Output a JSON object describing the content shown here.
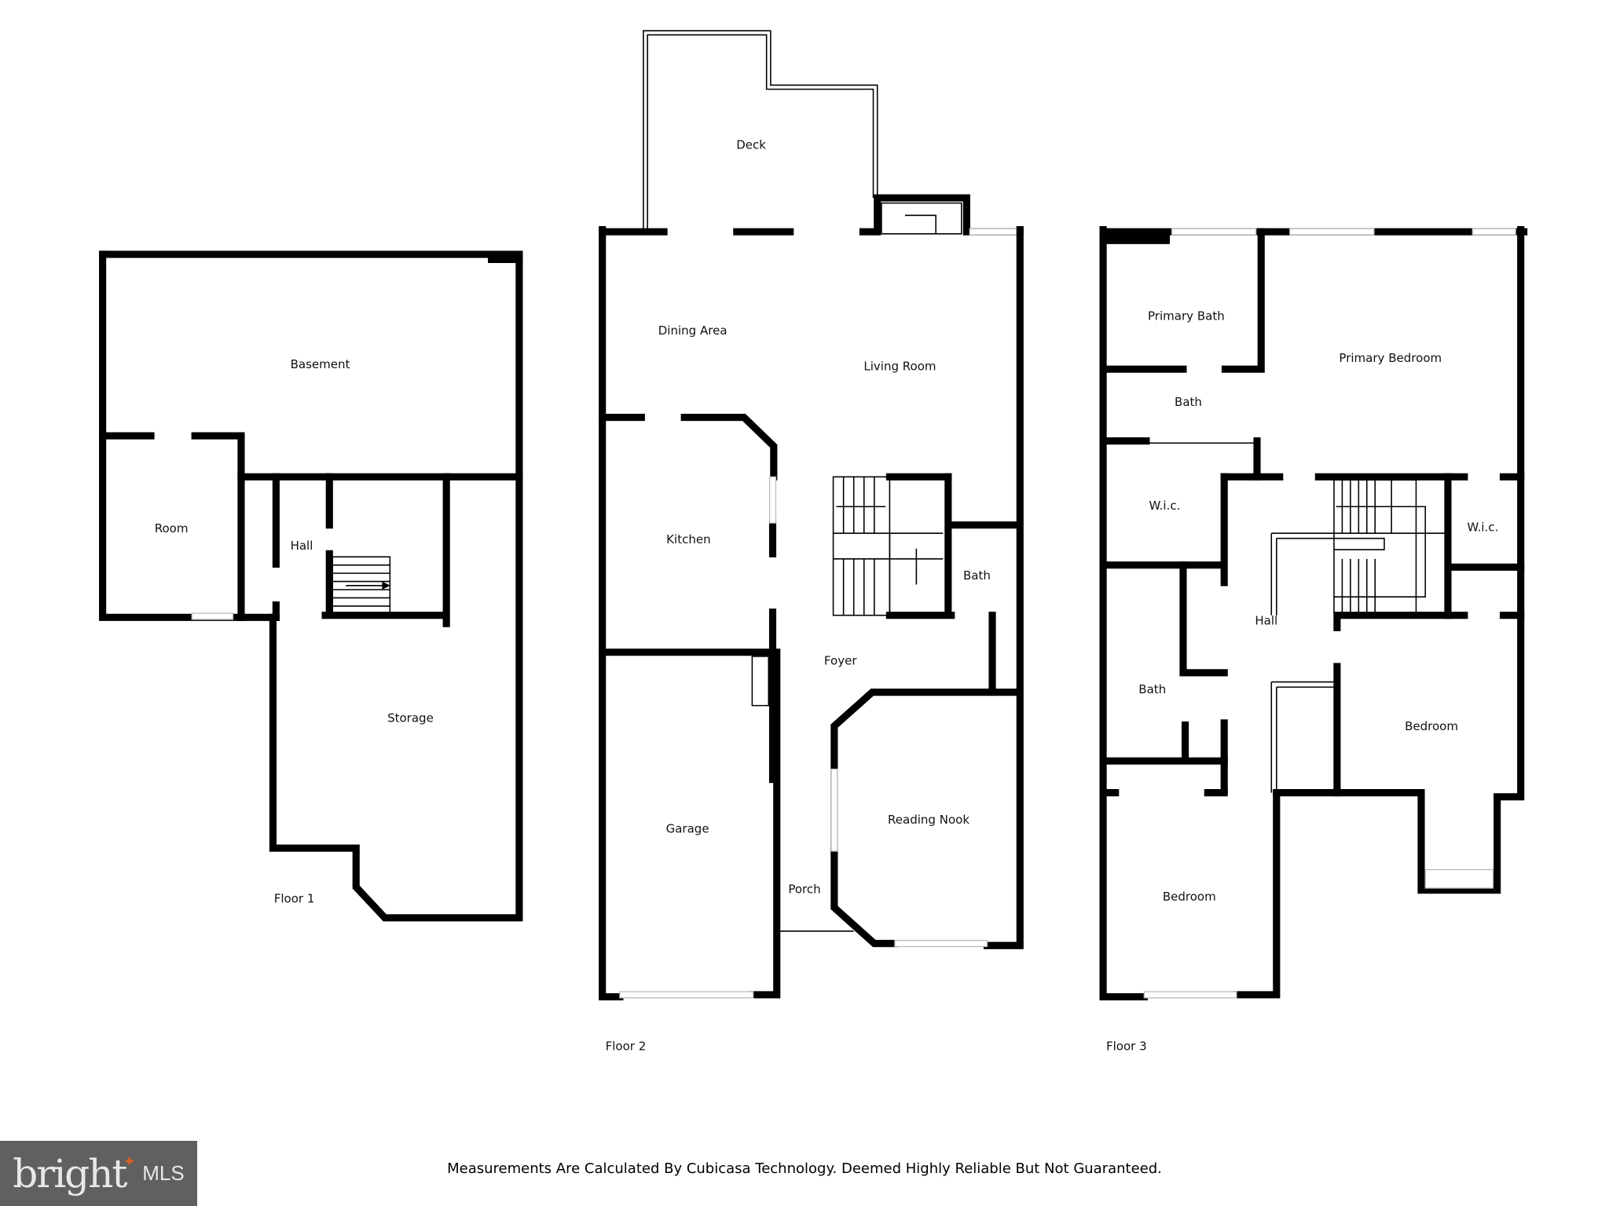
{
  "floors": [
    {
      "label": "Floor 1",
      "rooms": [
        "Basement",
        "Room",
        "Hall",
        "Storage"
      ]
    },
    {
      "label": "Floor 2",
      "rooms": [
        "Deck",
        "Dining Area",
        "Living Room",
        "Kitchen",
        "Bath",
        "Foyer",
        "Garage",
        "Reading Nook",
        "Porch"
      ]
    },
    {
      "label": "Floor 3",
      "rooms": [
        "Primary Bath",
        "Primary Bedroom",
        "Bath",
        "W.i.c.",
        "W.i.c.",
        "Hall",
        "Bath",
        "Bedroom",
        "Bedroom"
      ]
    }
  ],
  "footer": {
    "disclaimer": "Measurements Are Calculated By Cubicasa Technology. Deemed Highly Reliable But Not Guaranteed.",
    "logo": {
      "text": "bright",
      "suffix": "MLS",
      "accent_color": "#d8602a",
      "background_color": "#606060"
    }
  }
}
